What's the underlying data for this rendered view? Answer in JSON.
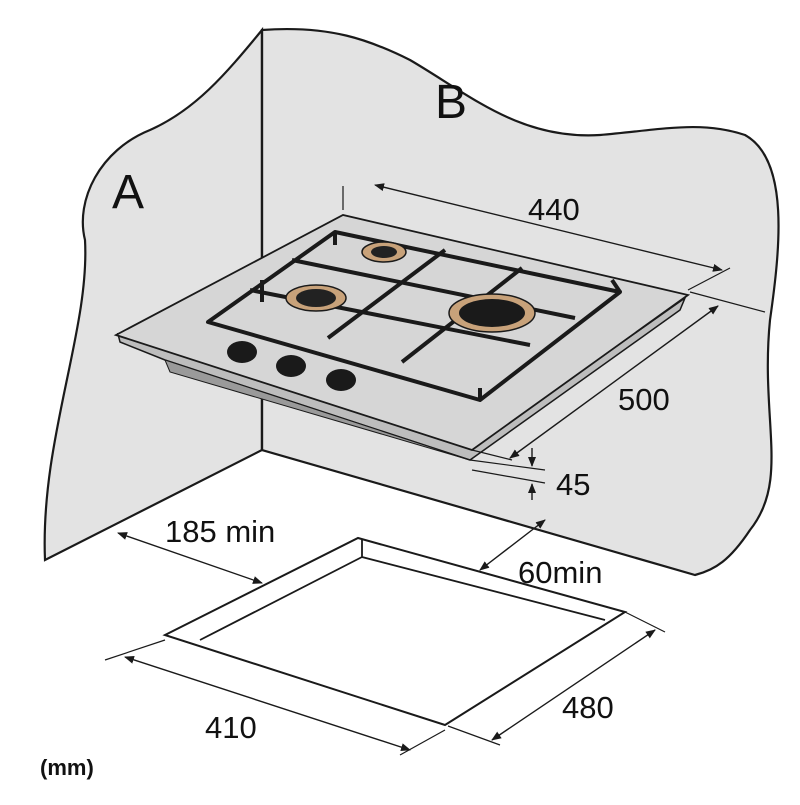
{
  "walls": {
    "left_label": "A",
    "back_label": "B"
  },
  "hob": {
    "width": "440",
    "depth": "500",
    "height": "45"
  },
  "clearances": {
    "side": "185 min",
    "back": "60min"
  },
  "cutout": {
    "width": "410",
    "depth": "480"
  },
  "unit": "(mm)",
  "colors": {
    "line": "#1a1a1a",
    "wall": "#e3e3e3",
    "hob": "#d6d6d6",
    "ring": "#c8a27a",
    "grid": "#1a1a1a"
  }
}
